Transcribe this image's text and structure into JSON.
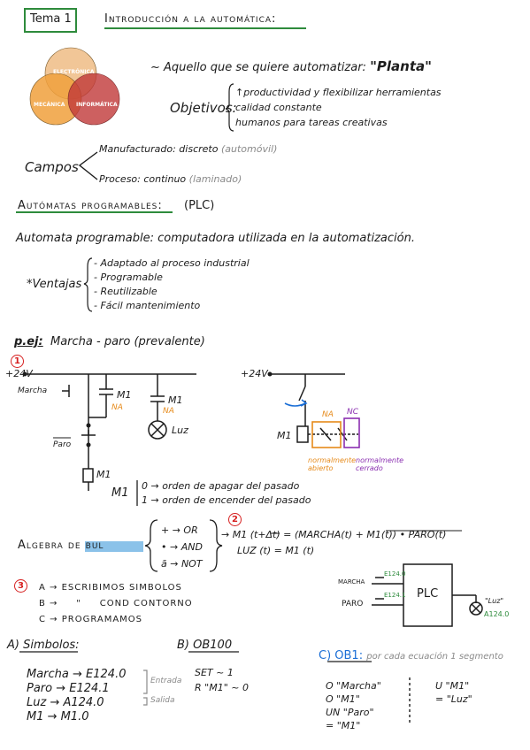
{
  "header": {
    "tema": "Tema 1",
    "title": "Introducción a la automática:"
  },
  "venn": {
    "electronica": "ELECTRÓNICA",
    "mecanica": "MECÁNICA",
    "informatica": "INFORMÁTICA"
  },
  "planta": {
    "text": "~ Aquello que se quiere automatizar: ",
    "word": "\"Planta\""
  },
  "objetivos": {
    "label": "Objetivos:",
    "items": [
      "↑productividad y flexibilizar herramientas",
      "calidad constante",
      "humanos para tareas creativas"
    ]
  },
  "campos": {
    "label": "Campos",
    "manu": "Manufacturado: discreto",
    "manu_ex": "(automóvil)",
    "proc": "Proceso: continuo",
    "proc_ex": "(laminado)"
  },
  "automatas": {
    "title": "Autómatas programables:",
    "abbr": "(PLC)"
  },
  "definicion": "Automata programable: computadora utilizada en la automatización.",
  "ventajas": {
    "label": "*Ventajas",
    "items": [
      "- Adaptado al proceso industrial",
      "- Programable",
      "- Reutilizable",
      "- Fácil mantenimiento"
    ]
  },
  "ejemplo": {
    "label": "p.ej:",
    "text": "Marcha - paro (prevalente)"
  },
  "circuit": {
    "n1": "1",
    "v1": "+24V",
    "marcha": "Marcha",
    "paro": "Paro",
    "m1a": "M1",
    "na1": "NA",
    "m1b": "M1",
    "na2": "NA",
    "luz": "Luz",
    "m1coil": "M1",
    "v2": "+24V",
    "na": "NA",
    "nc": "NC",
    "m1c": "M1",
    "na_desc": "normalmente abierto",
    "nc_desc": "normalmente cerrado"
  },
  "m1states": {
    "label": "M1",
    "s0": "0 → orden de apagar del pasado",
    "s1": "1 → orden de encender del pasado"
  },
  "algebra": {
    "title": "Algebra de bul",
    "rows": [
      "+ → OR",
      "• → AND",
      "ā → NOT"
    ],
    "n2": "2",
    "eq1": "→ M1 (t+Δt) = (MARCHA(t) + M1(t)) • PARO(t)",
    "eq2": "LUZ (t) = M1 (t)"
  },
  "steps": {
    "n3": "3",
    "a": "A → ESCRIBIMOS SIMBOLOS",
    "b": "B →     \"     COND CONTORNO",
    "c": "C → PROGRAMAMOS"
  },
  "plc": {
    "box": "PLC",
    "marcha": "MARCHA",
    "paro": "PARO",
    "e1": "E124.0",
    "e2": "E124.1",
    "luz": "\"Luz\"",
    "a": "A124.0"
  },
  "simbolos": {
    "title": "A) Simbolos:",
    "rows": [
      "Marcha → E124.0",
      "Paro → E124.1",
      "Luz → A124.0",
      "M1 → M1.0"
    ],
    "entrada": "Entrada",
    "salida": "Salida"
  },
  "ob100": {
    "title": "B) OB100",
    "set": "SET ~ 1",
    "r": "R \"M1\" ~ 0"
  },
  "ob1": {
    "title": "C) OB1:",
    "sub": "por cada ecuación 1 segmento",
    "left": [
      "O \"Marcha\"",
      "O \"M1\"",
      "UN \"Paro\"",
      "= \"M1\""
    ],
    "right": [
      "U \"M1\"",
      "= \"Luz\""
    ]
  }
}
